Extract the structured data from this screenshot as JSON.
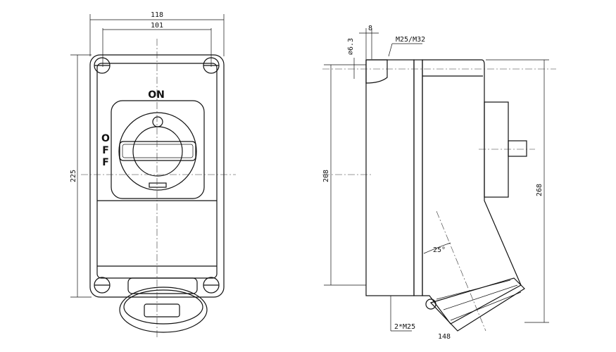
{
  "front_view": {
    "dim_overall_width": "118",
    "dim_mount_width": "101",
    "dim_height": "225",
    "switch_on_label": "ON",
    "switch_off_letters": [
      "O",
      "F",
      "F"
    ]
  },
  "side_view": {
    "dim_entry_offset": "8",
    "cable_entry_top": "M25/M32",
    "dim_hole_diameter": "⌀6.3",
    "dim_mount_height": "208",
    "dim_total_height": "268",
    "socket_angle": "25°",
    "cable_entry_bottom": "2*M25",
    "dim_depth": "148"
  }
}
